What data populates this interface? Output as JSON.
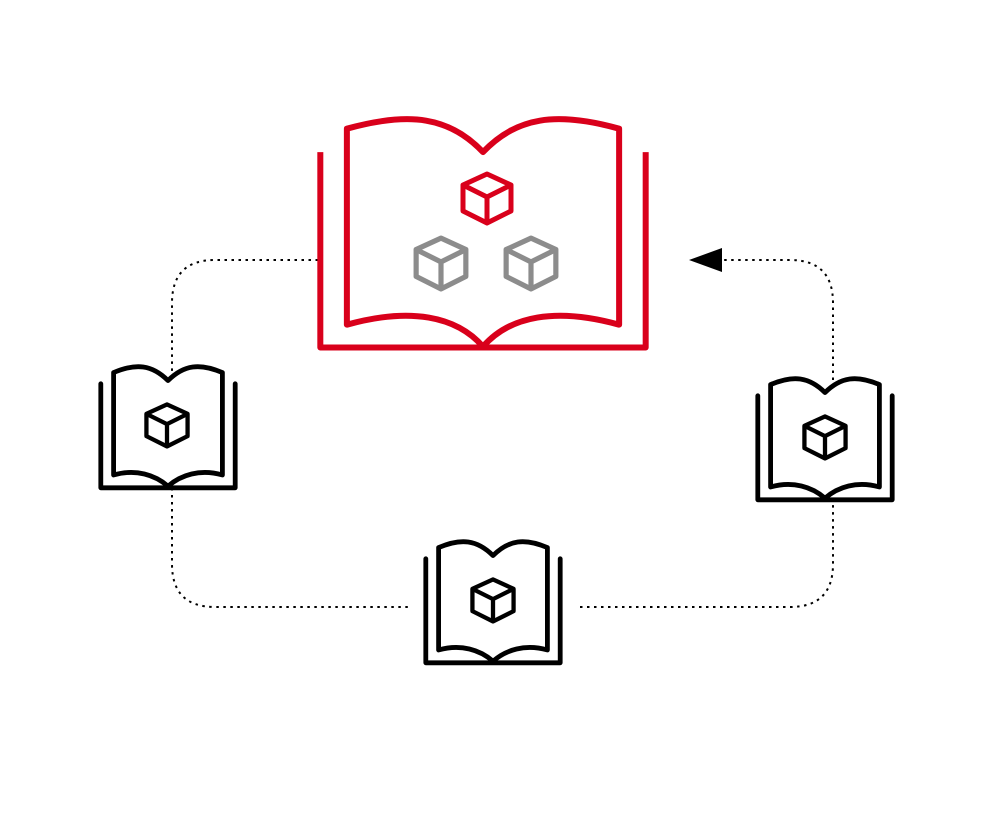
{
  "colors": {
    "background": "#ffffff",
    "accent": "#d9001b",
    "ink": "#000000",
    "muted": "#8c8c8c"
  },
  "diagram": {
    "hub": {
      "icon": "open-book-icon",
      "contents": [
        "cube-icon",
        "cube-icon",
        "cube-icon"
      ]
    },
    "nodes": [
      {
        "id": "left",
        "icon": "open-book-icon",
        "contents": [
          "cube-icon"
        ]
      },
      {
        "id": "bottom",
        "icon": "open-book-icon",
        "contents": [
          "cube-icon"
        ]
      },
      {
        "id": "right",
        "icon": "open-book-icon",
        "contents": [
          "cube-icon"
        ]
      }
    ],
    "connector": {
      "style": "dotted",
      "direction": "right-node-to-hub",
      "arrowhead": "filled-triangle"
    }
  }
}
